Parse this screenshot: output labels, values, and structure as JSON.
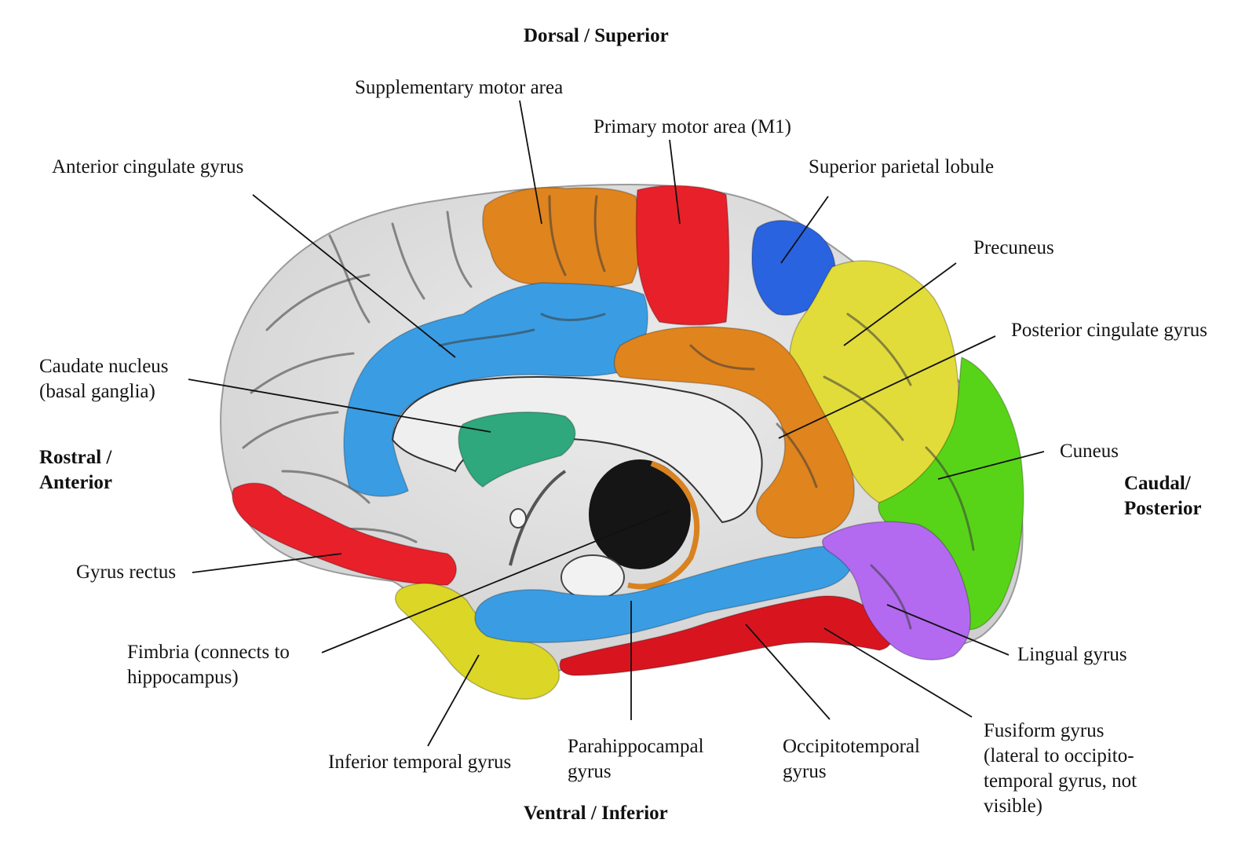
{
  "title": "Medial view of the brain",
  "orientation": {
    "top": "Dorsal / Superior",
    "bottom": "Ventral / Inferior",
    "left_line1": "Rostral /",
    "left_line2": "Anterior",
    "right_line1": "Caudal/",
    "right_line2": "Posterior"
  },
  "labels": [
    {
      "id": "supplementary-motor-area",
      "lines": [
        "Supplementary motor area"
      ],
      "color": "#e0841e"
    },
    {
      "id": "primary-motor-area",
      "lines": [
        "Primary motor area (M1)"
      ],
      "color": "#e8202a"
    },
    {
      "id": "anterior-cingulate-gyrus",
      "lines": [
        "Anterior cingulate gyrus"
      ],
      "color": "#3a9de3"
    },
    {
      "id": "superior-parietal-lobule",
      "lines": [
        "Superior parietal lobule"
      ],
      "color": "#2a63e0"
    },
    {
      "id": "precuneus",
      "lines": [
        "Precuneus"
      ],
      "color": "#e2dc3a"
    },
    {
      "id": "posterior-cingulate-gyrus",
      "lines": [
        "Posterior cingulate gyrus"
      ],
      "color": "#e0841e"
    },
    {
      "id": "caudate-nucleus",
      "lines": [
        "Caudate nucleus",
        "(basal ganglia)"
      ],
      "color": "#2ea87c"
    },
    {
      "id": "cuneus",
      "lines": [
        "Cuneus"
      ],
      "color": "#58d418"
    },
    {
      "id": "gyrus-rectus",
      "lines": [
        "Gyrus rectus"
      ],
      "color": "#e8202a"
    },
    {
      "id": "fimbria",
      "lines": [
        "Fimbria (connects to",
        "hippocampus)"
      ],
      "color": "#d98220"
    },
    {
      "id": "lingual-gyrus",
      "lines": [
        "Lingual gyrus"
      ],
      "color": "#b36af0"
    },
    {
      "id": "inferior-temporal-gyrus",
      "lines": [
        "Inferior temporal gyrus"
      ],
      "color": "#dcd626"
    },
    {
      "id": "parahippocampal-gyrus",
      "lines": [
        "Parahippocampal",
        "gyrus"
      ],
      "color": "#3a9de3"
    },
    {
      "id": "occipitotemporal-gyrus",
      "lines": [
        "Occipitotemporal",
        "gyrus"
      ],
      "color": "#d8151f"
    },
    {
      "id": "fusiform-gyrus",
      "lines": [
        "Fusiform gyrus",
        "(lateral to occipito-",
        "temporal gyrus, not",
        "visible)"
      ],
      "color": "#d8151f"
    }
  ]
}
